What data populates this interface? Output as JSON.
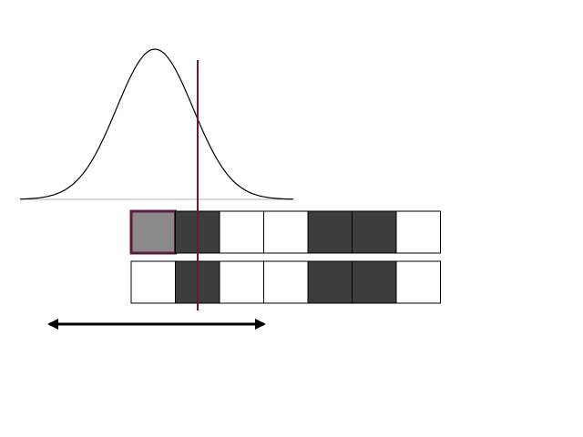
{
  "diagram": {
    "rows": [
      {
        "cells": [
          "highlight",
          "dark",
          "white",
          "white",
          "dark",
          "dark",
          "white"
        ]
      },
      {
        "cells": [
          "white",
          "dark",
          "white",
          "white",
          "dark",
          "dark",
          "white"
        ]
      }
    ],
    "colors": {
      "dark": "#3d3d3d",
      "white": "#ffffff",
      "highlight": "#8a8a8a",
      "highlight_border": "#5e1a3a",
      "marker_line": "#6b1838",
      "curve": "#000000",
      "baseline": "#b0b0b0",
      "arrow": "#000000",
      "cell_border": "#000000"
    },
    "curve_shape": "gaussian",
    "arrow_direction": "double"
  }
}
